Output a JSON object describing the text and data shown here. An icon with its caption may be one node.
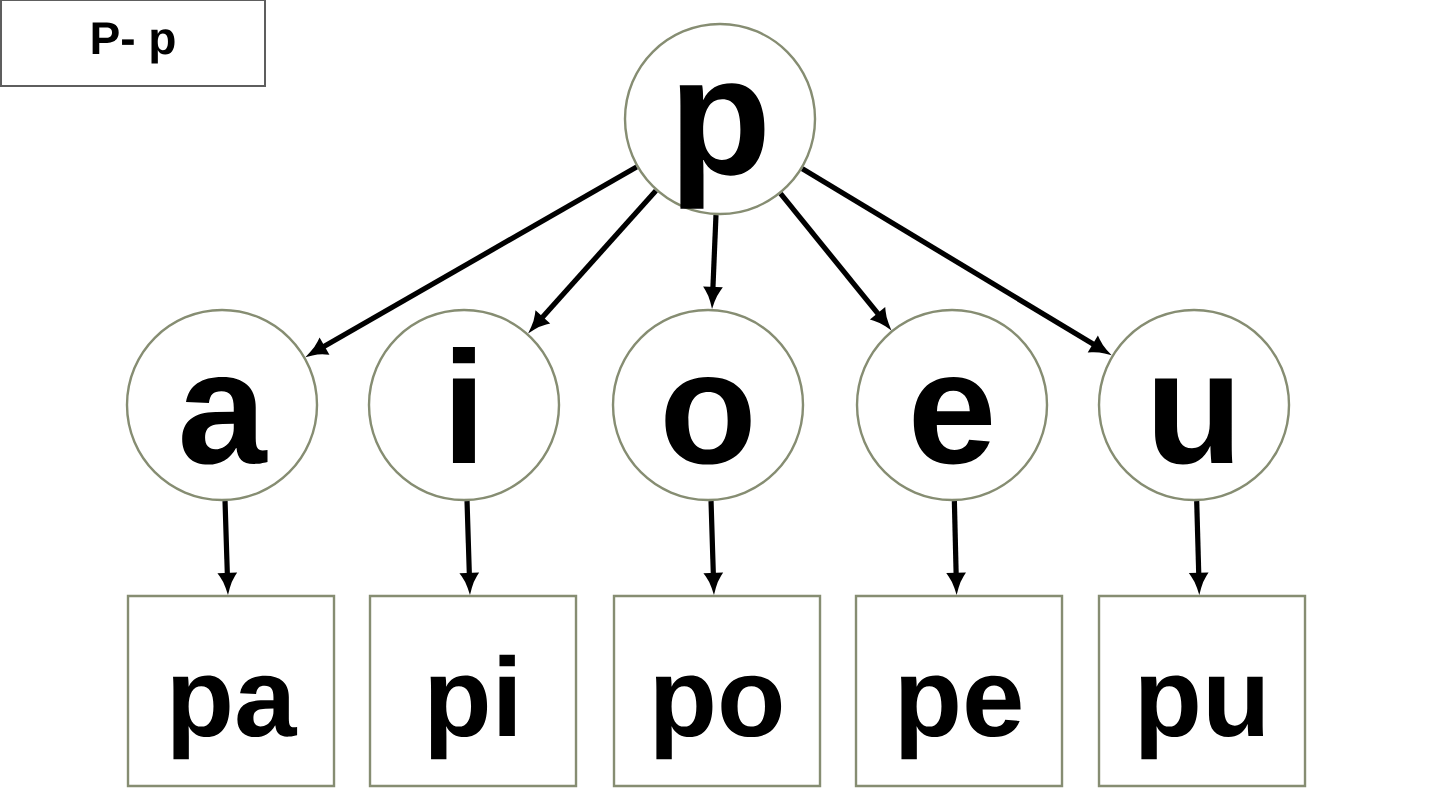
{
  "diagram": {
    "nodes": [
      {
        "text": [
          "P- p"
        ]
      },
      {
        "text": [
          "p"
        ]
      },
      {
        "text": [
          "a"
        ]
      },
      {
        "text": [
          "i"
        ]
      },
      {
        "text": [
          "o"
        ]
      },
      {
        "text": [
          "e"
        ]
      },
      {
        "text": [
          "u"
        ]
      },
      {
        "text": [
          "pa"
        ]
      },
      {
        "text": [
          "pi"
        ]
      },
      {
        "text": [
          "po"
        ]
      },
      {
        "text": [
          "pe"
        ]
      },
      {
        "text": [
          "pu"
        ]
      }
    ],
    "edges": [
      {
        "from": 1,
        "to": 2,
        "arrow": "to"
      },
      {
        "from": 1,
        "to": 3,
        "arrow": "to"
      },
      {
        "from": 1,
        "to": 4,
        "arrow": "to"
      },
      {
        "from": 1,
        "to": 5,
        "arrow": "to"
      },
      {
        "from": 1,
        "to": 6,
        "arrow": "to"
      },
      {
        "from": 2,
        "to": 7,
        "arrow": "to"
      },
      {
        "from": 3,
        "to": 8,
        "arrow": "to"
      },
      {
        "from": 4,
        "to": 9,
        "arrow": "to"
      },
      {
        "from": 5,
        "to": 10,
        "arrow": "to"
      },
      {
        "from": 6,
        "to": 11,
        "arrow": "to"
      }
    ]
  }
}
